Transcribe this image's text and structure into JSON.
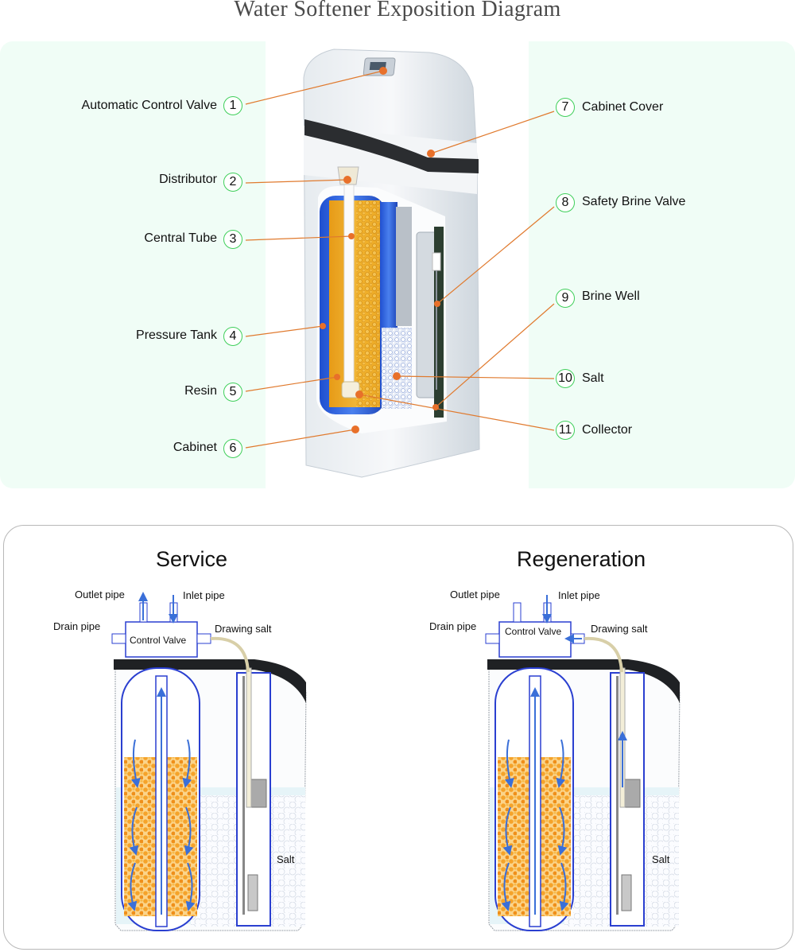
{
  "title": "Water Softener Exposition Diagram",
  "colors": {
    "panel_bg": "#f0fdf6",
    "leader_line": "#e07a2e",
    "number_ring": "#3fcf5a",
    "flow_arrow": "#3a6fd8",
    "resin": "#f0a020",
    "tank_outline": "#2a3fd0"
  },
  "callouts": [
    {
      "num": "1",
      "label": "Automatic Control Valve"
    },
    {
      "num": "2",
      "label": "Distributor"
    },
    {
      "num": "3",
      "label": "Central Tube"
    },
    {
      "num": "4",
      "label": "Pressure Tank"
    },
    {
      "num": "5",
      "label": "Resin"
    },
    {
      "num": "6",
      "label": "Cabinet"
    },
    {
      "num": "7",
      "label": "Cabinet Cover"
    },
    {
      "num": "8",
      "label": "Safety Brine Valve"
    },
    {
      "num": "9",
      "label": "Brine Well"
    },
    {
      "num": "10",
      "label": "Salt"
    },
    {
      "num": "11",
      "label": "Collector"
    }
  ],
  "modes": [
    {
      "title": "Service",
      "labels": {
        "outlet": "Outlet pipe",
        "inlet": "Inlet pipe",
        "drain": "Drain pipe",
        "drawing_salt": "Drawing salt",
        "valve": "Control Valve",
        "salt": "Salt"
      }
    },
    {
      "title": "Regeneration",
      "labels": {
        "outlet": "Outlet pipe",
        "inlet": "Inlet pipe",
        "drain": "Drain pipe",
        "drawing_salt": "Drawing salt",
        "valve": "Control Valve",
        "salt": "Salt"
      }
    }
  ]
}
